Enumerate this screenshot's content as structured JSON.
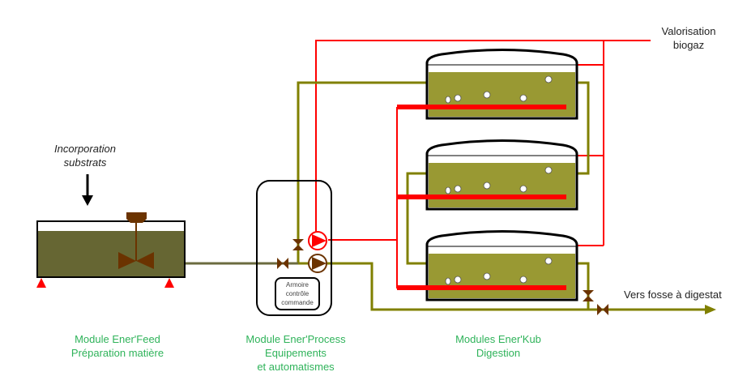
{
  "labels": {
    "incorporation": "Incorporation\nsubstrats",
    "valorisation": "Valorisation\nbiogaz",
    "vers_fosse": "Vers fosse à digestat",
    "armoire": "Armoire\ncontrôle\ncommande",
    "module_feed": "Module Ener'Feed\nPréparation matière",
    "module_process": "Module Ener'Process\nEquipements\net automatismes",
    "module_kub": "Modules Ener'Kub\nDigestion"
  },
  "colors": {
    "biogas_line": "#ff0000",
    "digestate_line": "#808000",
    "feed_line": "#6b6b3f",
    "feed_liquid": "#666633",
    "digester_liquid": "#999933",
    "valve": "#6b3300",
    "module_label": "#2fb35a",
    "support": "#ff0000"
  }
}
